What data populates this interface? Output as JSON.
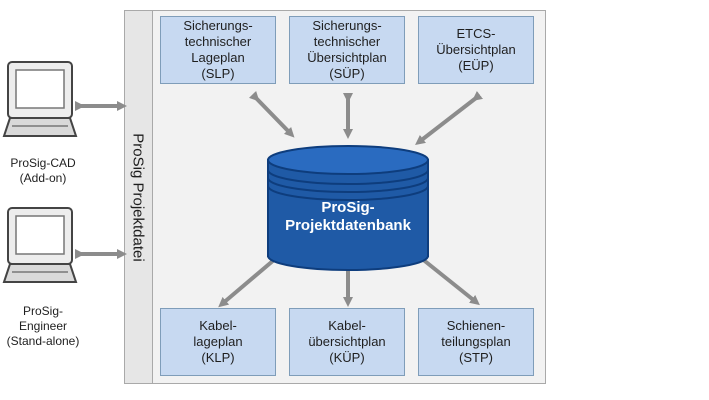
{
  "diagram": {
    "side_label": "ProSig Projektdatei",
    "database_label": "ProSig-\nProjektdatenbank",
    "top_boxes": [
      {
        "text": "Sicherungs-\ntechnischer\nLageplan\n(SLP)"
      },
      {
        "text": "Sicherungs-\ntechnischer\nÜbersichtplan\n(SÜP)"
      },
      {
        "text": "ETCS-\nÜbersichtplan\n(EÜP)"
      }
    ],
    "bottom_boxes": [
      {
        "text": "Kabel-\nlageplan\n(KLP)"
      },
      {
        "text": "Kabel-\nübersichtplan\n(KÜP)"
      },
      {
        "text": "Schienen-\nteilungsplan\n(STP)"
      }
    ],
    "clients": [
      {
        "label": "ProSig-CAD\n(Add-on)"
      },
      {
        "label": "ProSig-\nEngineer\n(Stand-alone)"
      }
    ]
  },
  "icons": {
    "computer": "computer-icon",
    "database": "database-cylinder"
  },
  "colors": {
    "box_fill": "#c7d9f1",
    "box_border": "#7f9db9",
    "panel_fill": "#f2f2f2",
    "database_fill": "#1f5aa6",
    "arrow": "#8c8c8c"
  }
}
